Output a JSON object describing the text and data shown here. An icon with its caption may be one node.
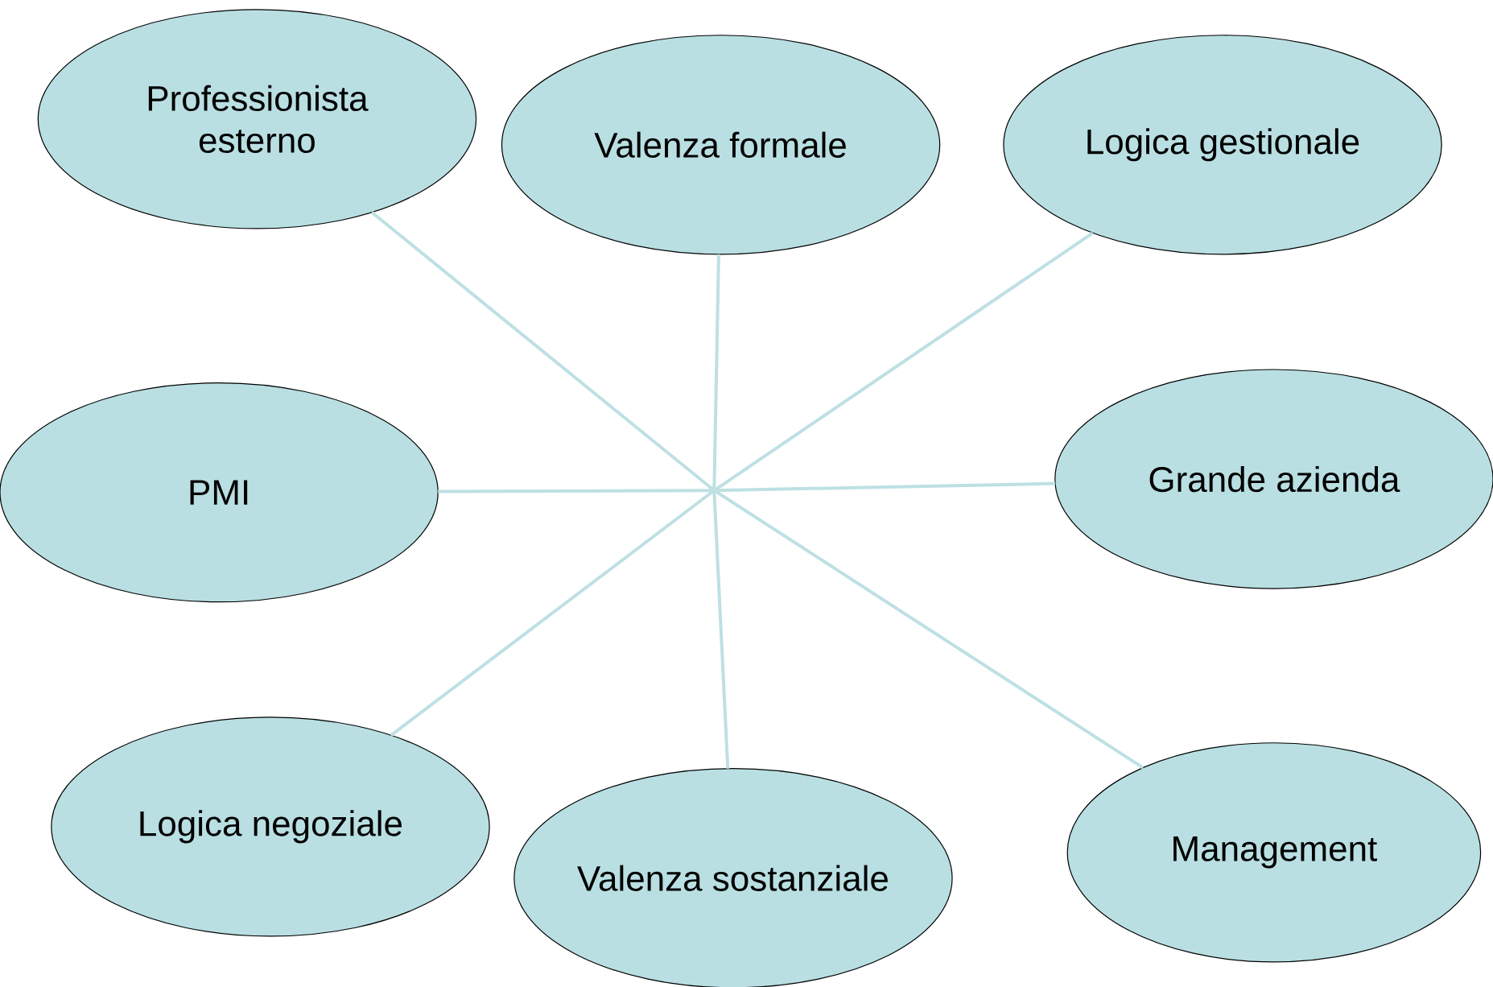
{
  "diagram": {
    "nodes": [
      {
        "text": [
          "Professionista esterno"
        ]
      },
      {
        "text": [
          "Valenza formale"
        ]
      },
      {
        "text": [
          "Logica gestionale"
        ]
      },
      {
        "text": [
          "PMI"
        ]
      },
      {
        "text": [
          "Grande azienda"
        ]
      },
      {
        "text": [
          "Logica negoziale"
        ]
      },
      {
        "text": [
          "Valenza sostanziale"
        ]
      },
      {
        "text": [
          "Management"
        ]
      }
    ],
    "edges": [
      {
        "from": 0,
        "to": 7,
        "arrow": "none"
      },
      {
        "from": 1,
        "to": 6,
        "arrow": "none"
      },
      {
        "from": 2,
        "to": 5,
        "arrow": "none"
      },
      {
        "from": 3,
        "to": 4,
        "arrow": "none"
      }
    ]
  }
}
